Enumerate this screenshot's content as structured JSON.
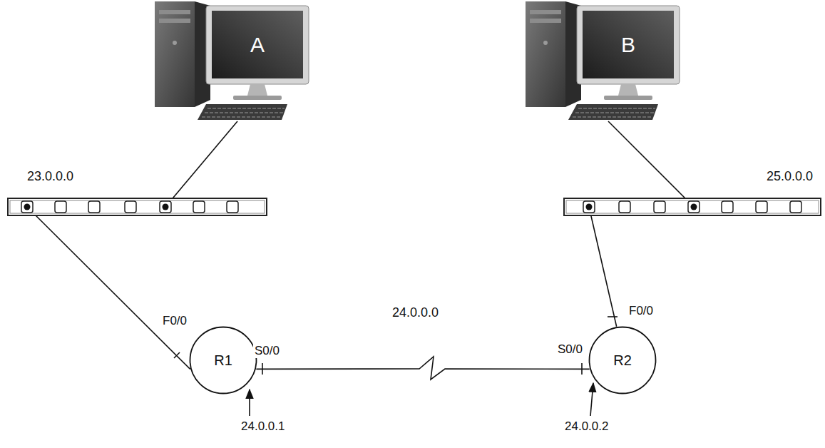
{
  "diagram": {
    "nodes": [
      {
        "text": [
          "A"
        ]
      },
      {
        "text": [
          "B"
        ]
      },
      {
        "text": [
          "23.0.0.0"
        ]
      },
      {
        "text": [
          "25.0.0.0"
        ]
      },
      {
        "text": [
          "R1"
        ]
      },
      {
        "text": [
          "R2"
        ]
      }
    ],
    "edges": [
      {
        "from": 0,
        "to": 2,
        "arrow": "none"
      },
      {
        "from": 2,
        "to": 4,
        "arrow": "none"
      },
      {
        "from": 4,
        "to": 5,
        "label": "24.0.0.0",
        "arrow": "none"
      },
      {
        "from": 5,
        "to": 3,
        "arrow": "none"
      },
      {
        "from": 3,
        "to": 1,
        "arrow": "none"
      }
    ],
    "labels": [
      "F0/0",
      "S0/0",
      "24.0.0.1",
      "S0/0",
      "F0/0",
      "24.0.0.2"
    ]
  }
}
